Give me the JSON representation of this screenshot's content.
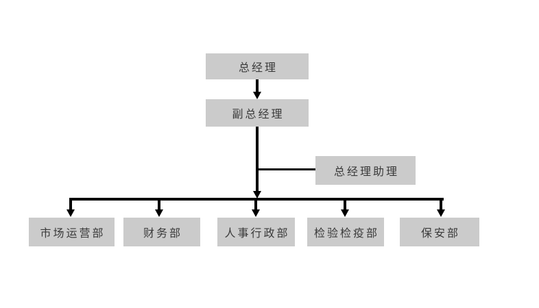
{
  "chart": {
    "type": "org-chart",
    "title": "",
    "colors": {
      "background": "#ffffff",
      "node_fill": "#cbcbcb",
      "node_text": "#3a3a3a",
      "line": "#000000"
    },
    "nodes": [
      {
        "id": "general-manager",
        "label": "总经理"
      },
      {
        "id": "deputy-general-manager",
        "label": "副总经理"
      },
      {
        "id": "gm-assistant",
        "label": "总经理助理"
      },
      {
        "id": "market-operations-dept",
        "label": "市场运营部"
      },
      {
        "id": "finance-dept",
        "label": "财务部"
      },
      {
        "id": "hr-admin-dept",
        "label": "人事行政部"
      },
      {
        "id": "inspection-quarantine-dept",
        "label": "检验检疫部"
      },
      {
        "id": "security-dept",
        "label": "保安部"
      }
    ],
    "edges": [
      {
        "from": "general-manager",
        "to": "deputy-general-manager",
        "style": "arrow"
      },
      {
        "from": "deputy-general-manager",
        "to": "gm-assistant",
        "style": "elbow-branch"
      },
      {
        "from": "deputy-general-manager",
        "to": "market-operations-dept",
        "style": "arrow"
      },
      {
        "from": "deputy-general-manager",
        "to": "finance-dept",
        "style": "arrow"
      },
      {
        "from": "deputy-general-manager",
        "to": "hr-admin-dept",
        "style": "arrow"
      },
      {
        "from": "deputy-general-manager",
        "to": "inspection-quarantine-dept",
        "style": "arrow"
      },
      {
        "from": "deputy-general-manager",
        "to": "security-dept",
        "style": "arrow"
      }
    ]
  }
}
